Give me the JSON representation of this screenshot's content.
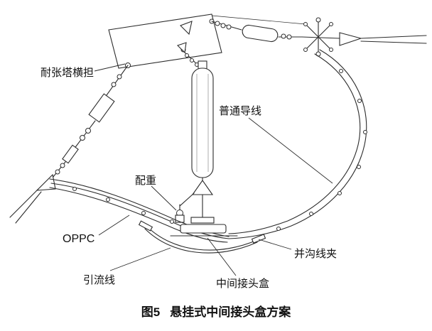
{
  "figure": {
    "caption_label": "图5",
    "caption_title": "悬挂式中间接头盒方案"
  },
  "labels": {
    "crossarm": "耐张塔横担",
    "ordinary_conductor": "普通导线",
    "counterweight": "配重",
    "oppc": "OPPC",
    "parallel_groove_clamp": "并沟线夹",
    "jumper_wire": "引流线",
    "mid_joint_box": "中间接头盒"
  },
  "colors": {
    "line": "#2b2b2b",
    "text": "#111111",
    "background": "#ffffff"
  }
}
